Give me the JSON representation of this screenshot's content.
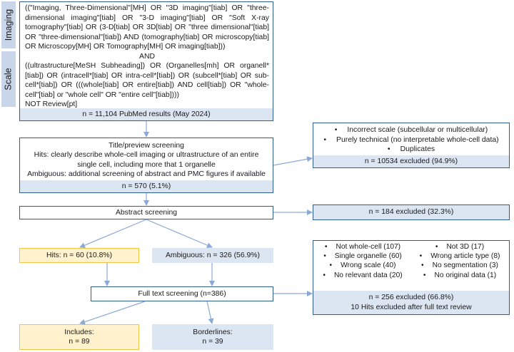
{
  "side_labels": {
    "imaging": "Imaging",
    "scale": "Scale"
  },
  "search_query": {
    "line1": "((\"Imaging, Three-Dimensional\"[MH] OR \"3D imaging\"[tiab] OR \"three-dimensional imaging\"[tiab] OR \"3-D imaging\"[tiab] OR \"Soft X-ray tomography\"[tiab] OR (3-D[tiab] OR 3D[tiab] OR \"three dimensional\"[tiab] OR \"three-dimensional\"[tiab]) AND (tomography[tiab] OR microscopy[tiab] OR Microscopy[MH] OR Tomography[MH] OR imaging[tiab]))",
    "and": "AND",
    "line2": "((ultrastructure[MeSH Subheading]) OR (Organelles[mh] OR organell*[tiab]) OR (intracell*[tiab] OR intra-cell*[tiab]) OR (subcell*[tiab] OR sub-cell*[tiab]) OR (((whole[tiab] OR entire[tiab]) AND cell[tiab]) OR \"whole-cell\"[tiab] or \"whole cell\" OR \"entire cell\"[tiab])))",
    "not": "NOT Review[pt]",
    "result": "n = 11,104 PubMed results (May 2024)"
  },
  "title_screening": {
    "heading": "Title/preview screening",
    "hits": "Hits: clearly describe whole-cell imaging or ultrastructure of an entire single cell, including more that 1 organelle",
    "ambiguous": "Ambiguous: additional screening of abstract and PMC figures if available",
    "result": "n = 570 (5.1%)"
  },
  "excluded_1": {
    "reasons": [
      "Incorrect scale (subcellular or multicellular)",
      "Purely technical (no interpretable whole-cell data)",
      "Duplicates"
    ],
    "result": "n = 10534 excluded (94.9%)"
  },
  "abstract_screening": {
    "label": "Abstract screening"
  },
  "excluded_2": {
    "result": "n = 184 excluded (32.3%)"
  },
  "hits_box": {
    "label": "Hits: n = 60 (10.8%)"
  },
  "ambiguous_box": {
    "label": "Ambiguous: n = 326 (56.9%)"
  },
  "fulltext_screening": {
    "label": "Full text screening (n=386)"
  },
  "excluded_3": {
    "reasons": [
      "Not whole-cell (107)",
      "Not 3D (17)",
      "Single organelle (60)",
      "Wrong article type (8)",
      "Wrong scale (40)",
      "No segmentation (3)",
      "No relevant data (20)",
      "No original data (1)"
    ],
    "result": "n = 256 excluded (66.8%)",
    "note": "10 Hits excluded after full text review"
  },
  "includes": {
    "title": "Includes:",
    "count": "n = 89"
  },
  "borderlines": {
    "title": "Borderlines:",
    "count": "n = 39"
  },
  "colors": {
    "border": "#2f5d99",
    "band": "#dce5f2",
    "yellow_fill": "#fff2cc",
    "yellow_border": "#f2c34d",
    "arrow": "#8aa9d6"
  }
}
